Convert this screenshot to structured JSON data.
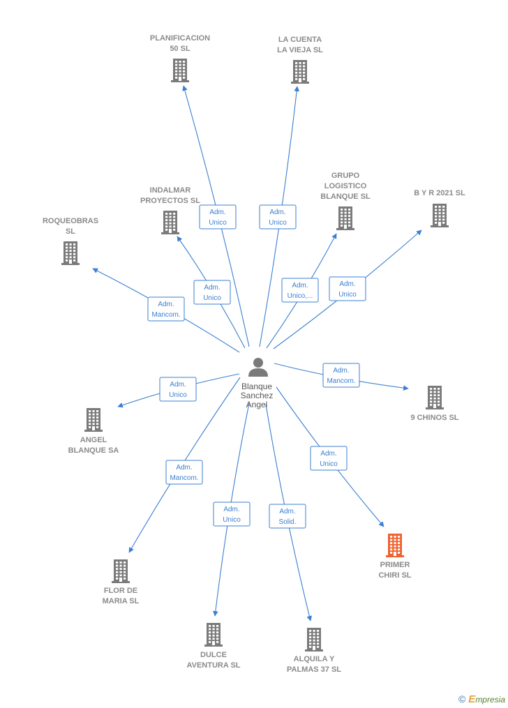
{
  "colors": {
    "edge": "#3b7fd0",
    "building": "#7a7a7a",
    "highlight": "#f0622e",
    "label": "#8a8a8a"
  },
  "center": {
    "label": [
      "Blanque",
      "Sanchez",
      "Angel"
    ],
    "icon": "person-icon"
  },
  "companies": [
    {
      "id": "planificacion",
      "label": [
        "PLANIFICACION",
        "50  SL"
      ],
      "highlight": false
    },
    {
      "id": "la-cuenta",
      "label": [
        "LA CUENTA",
        "LA VIEJA  SL"
      ],
      "highlight": false
    },
    {
      "id": "grupo-logistico",
      "label": [
        "GRUPO",
        "LOGISTICO",
        "BLANQUE  SL"
      ],
      "highlight": false
    },
    {
      "id": "byr-2021",
      "label": [
        "B Y R 2021  SL"
      ],
      "highlight": false
    },
    {
      "id": "indalmar",
      "label": [
        "INDALMAR",
        "PROYECTOS SL"
      ],
      "highlight": false
    },
    {
      "id": "roqueobras",
      "label": [
        "ROQUEOBRAS",
        "SL"
      ],
      "highlight": false
    },
    {
      "id": "9-chinos",
      "label": [
        "9 CHINOS SL"
      ],
      "highlight": false
    },
    {
      "id": "angel-blanque",
      "label": [
        "ANGEL",
        "BLANQUE SA"
      ],
      "highlight": false
    },
    {
      "id": "flor-de-maria",
      "label": [
        "FLOR DE",
        "MARIA  SL"
      ],
      "highlight": false
    },
    {
      "id": "dulce-aventura",
      "label": [
        "DULCE",
        "AVENTURA  SL"
      ],
      "highlight": false
    },
    {
      "id": "alquila-palmas",
      "label": [
        "ALQUILA Y",
        "PALMAS 37  SL"
      ],
      "highlight": false
    },
    {
      "id": "primer-chiri",
      "label": [
        "PRIMER",
        "CHIRI  SL"
      ],
      "highlight": true
    }
  ],
  "edges": [
    {
      "to": "planificacion",
      "role": [
        "Adm.",
        "Unico"
      ]
    },
    {
      "to": "la-cuenta",
      "role": [
        "Adm.",
        "Unico"
      ]
    },
    {
      "to": "grupo-logistico",
      "role": [
        "Adm.",
        "Unico,..."
      ]
    },
    {
      "to": "byr-2021",
      "role": [
        "Adm.",
        "Unico"
      ]
    },
    {
      "to": "indalmar",
      "role": [
        "Adm.",
        "Unico"
      ]
    },
    {
      "to": "roqueobras",
      "role": [
        "Adm.",
        "Mancom."
      ]
    },
    {
      "to": "9-chinos",
      "role": [
        "Adm.",
        "Mancom."
      ]
    },
    {
      "to": "angel-blanque",
      "role": [
        "Adm.",
        "Unico"
      ]
    },
    {
      "to": "flor-de-maria",
      "role": [
        "Adm.",
        "Mancom."
      ]
    },
    {
      "to": "dulce-aventura",
      "role": [
        "Adm.",
        "Unico"
      ]
    },
    {
      "to": "alquila-palmas",
      "role": [
        "Adm.",
        "Solid."
      ]
    },
    {
      "to": "primer-chiri",
      "role": [
        "Adm.",
        "Unico"
      ]
    }
  ],
  "brand": {
    "copyright": "©",
    "initial": "E",
    "rest": "mpresia"
  }
}
